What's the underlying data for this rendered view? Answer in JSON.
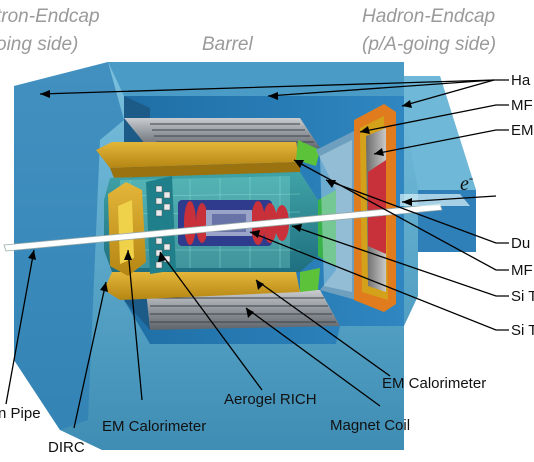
{
  "headers": {
    "left_line1": "tron-Endcap",
    "left_line2": "oing side)",
    "barrel": "Barrel",
    "right_line1": "Hadron-Endcap",
    "right_line2": "(p/A-going side)"
  },
  "beam_label": "e",
  "beam_label_sup": "-",
  "right_labels": [
    "Ha",
    "MF",
    "EM",
    "Du",
    "MF",
    "Si T",
    "Si T"
  ],
  "bottom_labels": {
    "em_calorimeter_right": "EM Calorimeter",
    "beam_pipe": "n Pipe",
    "aerogel_rich": "Aerogel RICH",
    "em_calorimeter_left": "EM Calorimeter",
    "magnet_coil": "Magnet Coil",
    "dirc": "DIRC"
  },
  "colors": {
    "outer_shell": "#5aa7c9",
    "inner_blue": "#2f7fb8",
    "yoke_dark": "#1f5f8e",
    "calorimeter_gold": "#d4a21a",
    "endcap_orange": "#e07c1e",
    "tracker_red": "#c8303a",
    "rich_green": "#39c8a8",
    "dirc_cyan": "#7fd8d0",
    "coil_grey": "#9aa0a6",
    "header_grey": "#9a9a9a"
  }
}
